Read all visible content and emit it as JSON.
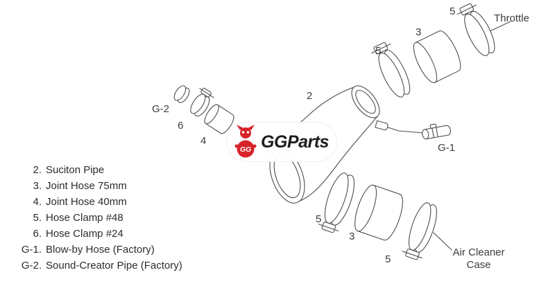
{
  "page": {
    "background": "#ffffff"
  },
  "logo": {
    "badge": "GG",
    "gg": "GG",
    "parts": "Parts",
    "brand_color": "#d8232a"
  },
  "labels": {
    "throttle": "Throttle",
    "air_cleaner_line1": "Air Cleaner",
    "air_cleaner_line2": "Case"
  },
  "callouts": [
    "5",
    "3",
    "5",
    "2",
    "G-2",
    "6",
    "4",
    "G-1",
    "5",
    "3",
    "5"
  ],
  "parts_list": [
    {
      "num": "2.",
      "label": "Suciton Pipe"
    },
    {
      "num": "3.",
      "label": "Joint Hose 75mm"
    },
    {
      "num": "4.",
      "label": "Joint Hose 40mm"
    },
    {
      "num": "5.",
      "label": "Hose Clamp #48"
    },
    {
      "num": "6.",
      "label": "Hose Clamp #24"
    },
    {
      "num": "G-1.",
      "label": "Blow-by Hose (Factory)"
    },
    {
      "num": "G-2.",
      "label": "Sound-Creator Pipe (Factory)"
    }
  ]
}
